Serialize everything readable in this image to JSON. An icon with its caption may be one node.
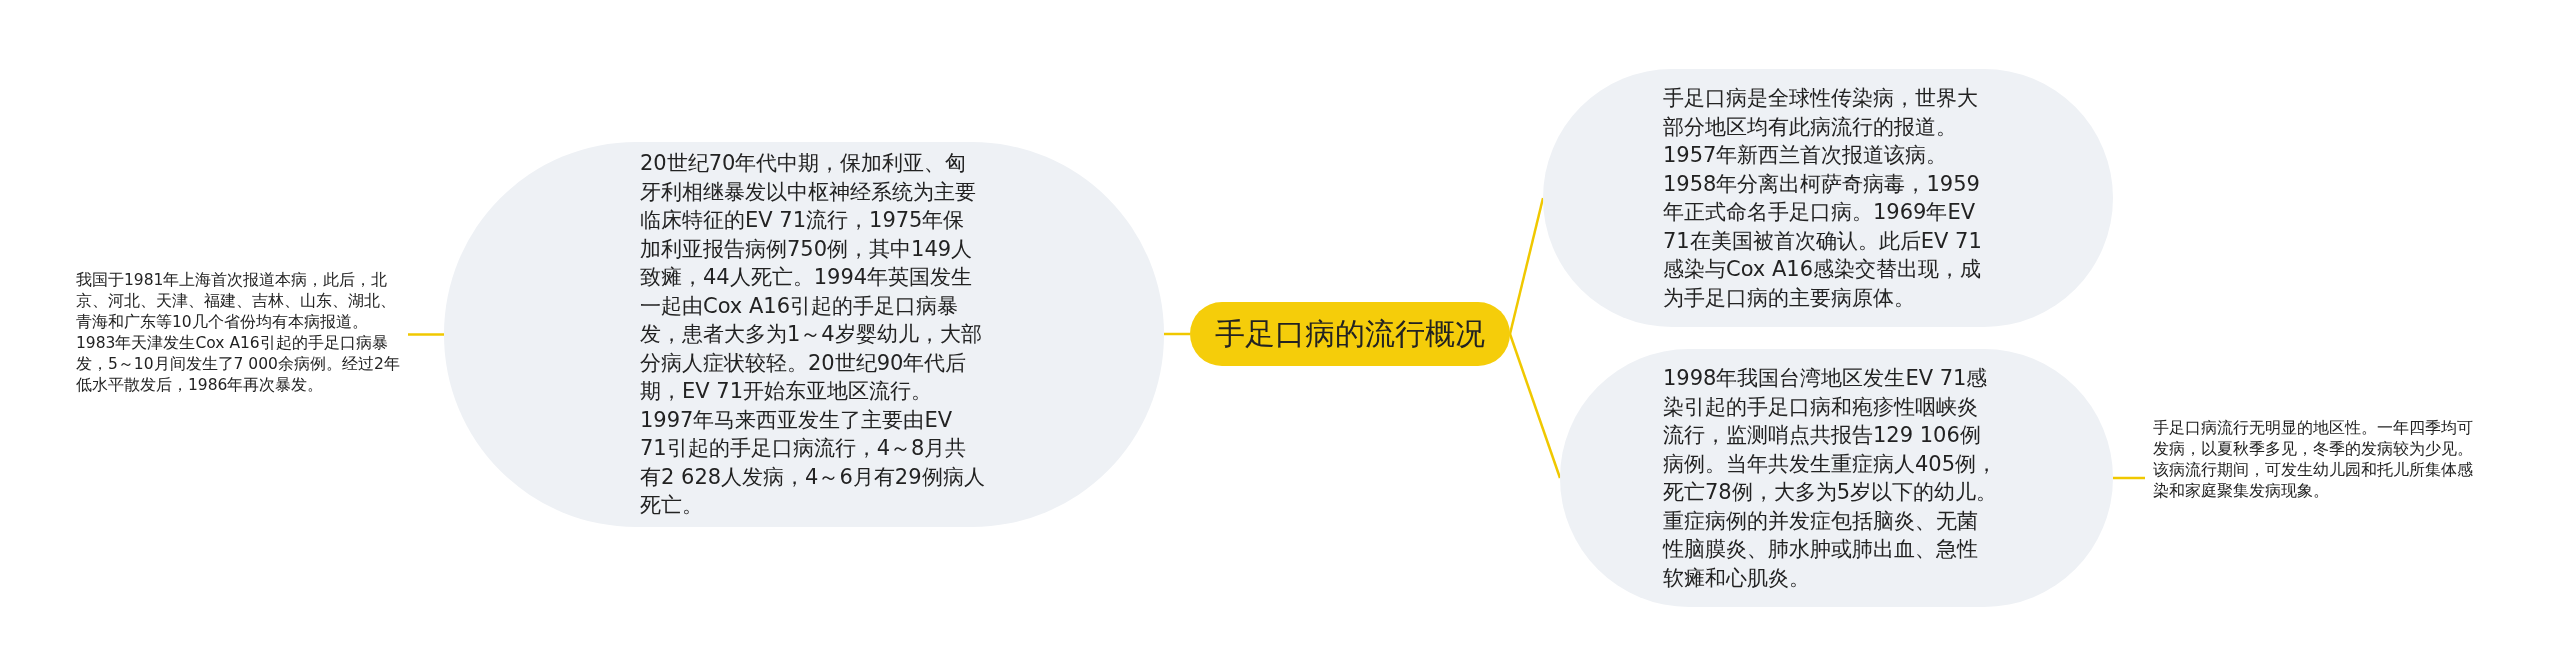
{
  "diagram": {
    "nodes": [
      {
        "text": [
          "手足口病的流行概况"
        ]
      },
      {
        "text": [
          "20世纪70年代中期，保加利亚、匈牙利相继暴发以中枢神经系统为主要临床特征的EV 71流行，1975年保加利亚报告病例750例，其中149人致瘫，44人死亡。1994年英国发生一起由Cox A16引起的手足口病暴发，患者大多为1～4岁婴幼儿，大部分病人症状较轻。20世纪90年代后期，EV 71开始东亚地区流行。1997年马来西亚发生了主要由EV 71引起的手足口病流行，4～8月共有2 628人发病，4～6月有29例病人死亡。"
        ]
      },
      {
        "text": [
          "我国于1981年上海首次报道本病，此后，北京、河北、天津、福建、吉林、山东、湖北、青海和广东等10几个省份均有本病报道。1983年天津发生Cox A16引起的手足口病暴发，5～10月间发生了7 000余病例。经过2年低水平散发后，1986年再次暴发。"
        ]
      },
      {
        "text": [
          "手足口病是全球性传染病，世界大部分地区均有此病流行的报道。1957年新西兰首次报道该病。1958年分离出柯萨奇病毒，1959年正式命名手足口病。1969年EV 71在美国被首次确认。此后EV 71感染与Cox A16感染交替出现，成为手足口病的主要病原体。"
        ]
      },
      {
        "text": [
          "1998年我国台湾地区发生EV 71感染引起的手足口病和疱疹性咽峡炎流行，监测哨点共报告129 106例病例。当年共发生重症病人405例，死亡78例，大多为5岁以下的幼儿。重症病例的并发症包括脑炎、无菌性脑膜炎、肺水肿或肺出血、急性软瘫和心肌炎。"
        ]
      },
      {
        "text": [
          "手足口病流行无明显的地区性。一年四季均可发病，以夏秋季多见，冬季的发病较为少见。该病流行期间，可发生幼儿园和托儿所集体感染和家庭聚集发病现象。"
        ]
      }
    ],
    "edges": [
      {
        "from": 0,
        "to": 1,
        "arrow": "none"
      },
      {
        "from": 1,
        "to": 2,
        "arrow": "none"
      },
      {
        "from": 0,
        "to": 3,
        "arrow": "none"
      },
      {
        "from": 0,
        "to": 4,
        "arrow": "none"
      },
      {
        "from": 4,
        "to": 5,
        "arrow": "none"
      }
    ]
  }
}
